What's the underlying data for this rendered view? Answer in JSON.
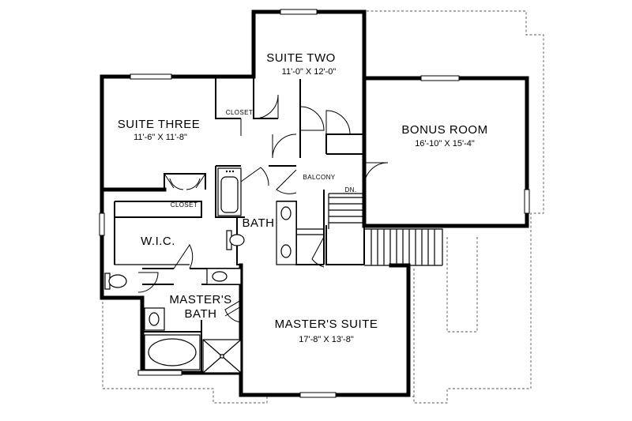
{
  "rooms": {
    "suite_two": {
      "name": "SUITE TWO",
      "dims": "11'-0\" X 12'-0\""
    },
    "suite_three": {
      "name": "SUITE THREE",
      "dims": "11'-6\" X 11'-8\""
    },
    "bonus_room": {
      "name": "BONUS ROOM",
      "dims": "16'-10\" X 15'-4\""
    },
    "masters_suite": {
      "name": "MASTER'S SUITE",
      "dims": "17'-8\" X 13'-8\""
    },
    "masters_bath": {
      "line1": "MASTER'S",
      "line2": "BATH"
    },
    "bath": {
      "name": "BATH"
    },
    "wic": {
      "name": "W.I.C."
    },
    "closet_upper": {
      "name": "CLOSET"
    },
    "closet_lower": {
      "name": "CLOSET"
    },
    "balcony": {
      "name": "BALCONY"
    },
    "stair_down": {
      "name": "DN."
    }
  }
}
